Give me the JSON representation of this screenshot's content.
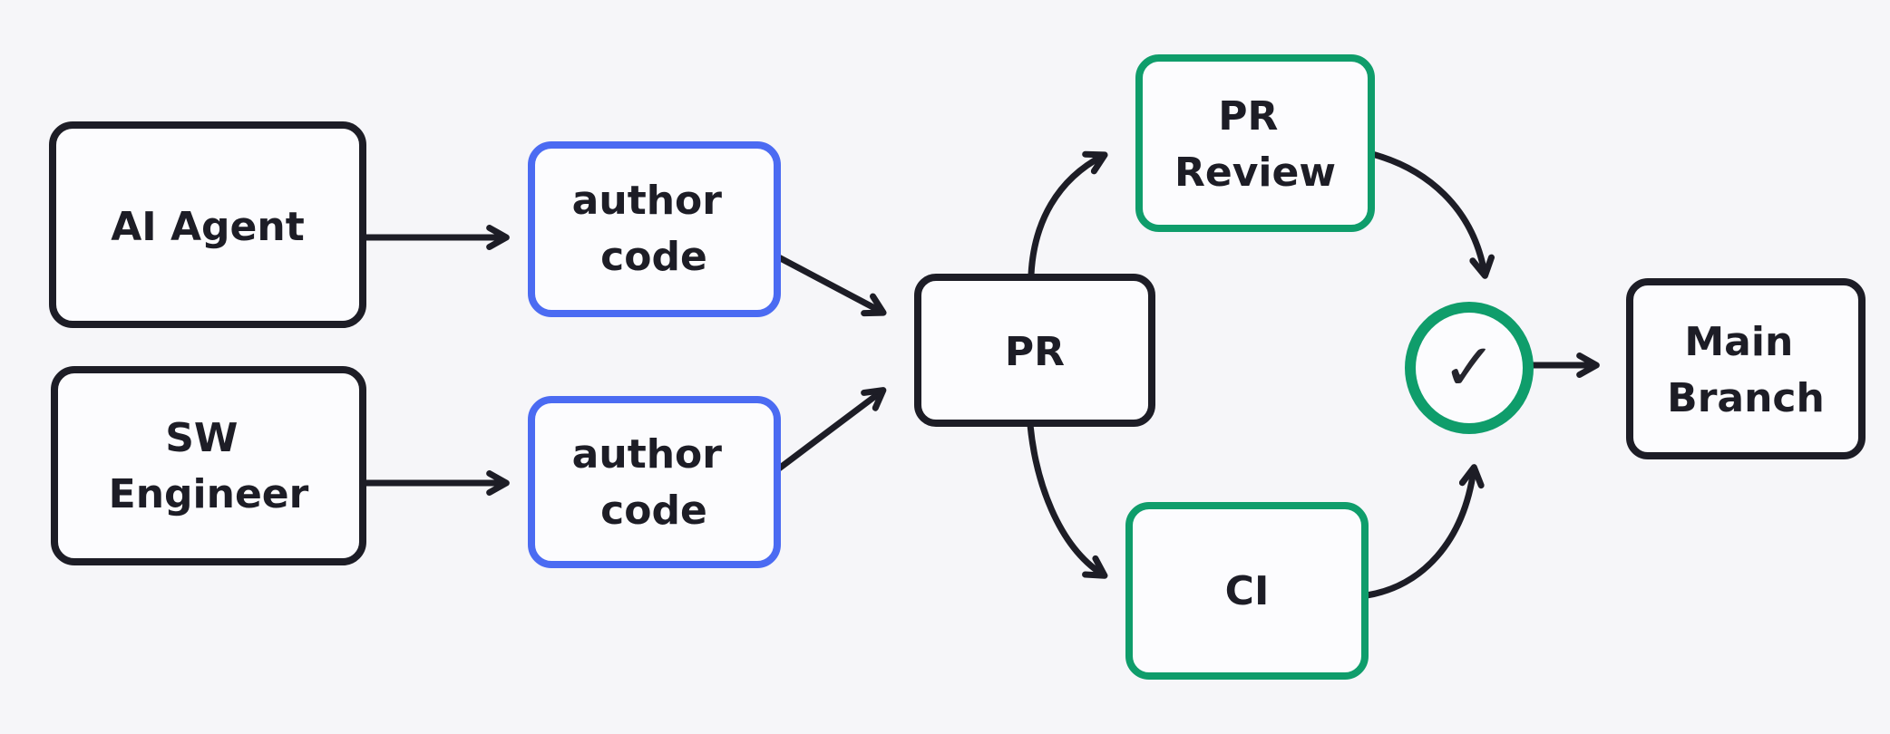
{
  "colors": {
    "background": "#f6f6f9",
    "dark": "#1d1d26",
    "blue": "#4b6bf2",
    "green": "#0f9d6b"
  },
  "nodes": {
    "ai_agent": {
      "label": "AI Agent"
    },
    "sw_engineer": {
      "line1": "SW",
      "line2": "Engineer"
    },
    "author_code_top": {
      "line1": "author",
      "line2": "code"
    },
    "author_code_bottom": {
      "line1": "author",
      "line2": "code"
    },
    "pr": {
      "label": "PR"
    },
    "pr_review": {
      "line1": "PR",
      "line2": "Review"
    },
    "ci": {
      "label": "CI"
    },
    "approval_check": {
      "symbol": "✓"
    },
    "main_branch": {
      "line1": "Main",
      "line2": "Branch"
    }
  },
  "edges": [
    {
      "from": "ai_agent",
      "to": "author_code_top"
    },
    {
      "from": "sw_engineer",
      "to": "author_code_bottom"
    },
    {
      "from": "author_code_top",
      "to": "pr"
    },
    {
      "from": "author_code_bottom",
      "to": "pr"
    },
    {
      "from": "pr",
      "to": "pr_review"
    },
    {
      "from": "pr",
      "to": "ci"
    },
    {
      "from": "pr_review",
      "to": "approval_check"
    },
    {
      "from": "ci",
      "to": "approval_check"
    },
    {
      "from": "approval_check",
      "to": "main_branch"
    }
  ]
}
